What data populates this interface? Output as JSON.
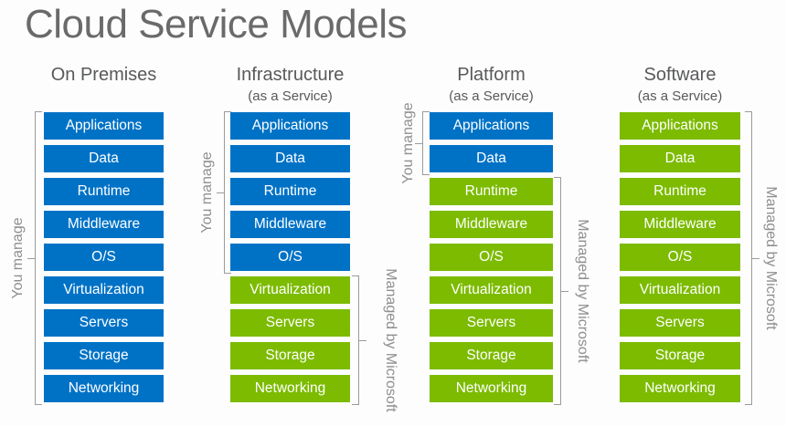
{
  "title": "Cloud Service Models",
  "colors": {
    "you_manage_blue": "#0072C6",
    "managed_green": "#7CBB00",
    "bracket_gray": "#9b9b9b",
    "bracket_label_gray": "#8f8f8f",
    "header_gray": "#58595b",
    "title_gray": "#6a6a6a",
    "box_text_white": "#ffffff"
  },
  "columns": [
    {
      "header": "On Premises",
      "subheader": "",
      "boxes": [
        {
          "label": "Applications",
          "tier": "blue"
        },
        {
          "label": "Data",
          "tier": "blue"
        },
        {
          "label": "Runtime",
          "tier": "blue"
        },
        {
          "label": "Middleware",
          "tier": "blue"
        },
        {
          "label": "O/S",
          "tier": "blue"
        },
        {
          "label": "Virtualization",
          "tier": "blue"
        },
        {
          "label": "Servers",
          "tier": "blue"
        },
        {
          "label": "Storage",
          "tier": "blue"
        },
        {
          "label": "Networking",
          "tier": "blue"
        }
      ],
      "brackets": [
        {
          "side": "left",
          "label": "You manage",
          "first": 0,
          "last": 8
        }
      ]
    },
    {
      "header": "Infrastructure",
      "subheader": "(as a Service)",
      "boxes": [
        {
          "label": "Applications",
          "tier": "blue"
        },
        {
          "label": "Data",
          "tier": "blue"
        },
        {
          "label": "Runtime",
          "tier": "blue"
        },
        {
          "label": "Middleware",
          "tier": "blue"
        },
        {
          "label": "O/S",
          "tier": "blue"
        },
        {
          "label": "Virtualization",
          "tier": "green"
        },
        {
          "label": "Servers",
          "tier": "green"
        },
        {
          "label": "Storage",
          "tier": "green"
        },
        {
          "label": "Networking",
          "tier": "green"
        }
      ],
      "brackets": [
        {
          "side": "left",
          "label": "You manage",
          "first": 0,
          "last": 4
        },
        {
          "side": "right",
          "label": "Managed by Microsoft",
          "first": 5,
          "last": 8
        }
      ]
    },
    {
      "header": "Platform",
      "subheader": "(as a Service)",
      "boxes": [
        {
          "label": "Applications",
          "tier": "blue"
        },
        {
          "label": "Data",
          "tier": "blue"
        },
        {
          "label": "Runtime",
          "tier": "green"
        },
        {
          "label": "Middleware",
          "tier": "green"
        },
        {
          "label": "O/S",
          "tier": "green"
        },
        {
          "label": "Virtualization",
          "tier": "green"
        },
        {
          "label": "Servers",
          "tier": "green"
        },
        {
          "label": "Storage",
          "tier": "green"
        },
        {
          "label": "Networking",
          "tier": "green"
        }
      ],
      "brackets": [
        {
          "side": "left",
          "label": "You manage",
          "first": 0,
          "last": 1
        },
        {
          "side": "right",
          "label": "Managed by Microsoft",
          "first": 2,
          "last": 8
        }
      ]
    },
    {
      "header": "Software",
      "subheader": "(as a Service)",
      "boxes": [
        {
          "label": "Applications",
          "tier": "green"
        },
        {
          "label": "Data",
          "tier": "green"
        },
        {
          "label": "Runtime",
          "tier": "green"
        },
        {
          "label": "Middleware",
          "tier": "green"
        },
        {
          "label": "O/S",
          "tier": "green"
        },
        {
          "label": "Virtualization",
          "tier": "green"
        },
        {
          "label": "Servers",
          "tier": "green"
        },
        {
          "label": "Storage",
          "tier": "green"
        },
        {
          "label": "Networking",
          "tier": "green"
        }
      ],
      "brackets": [
        {
          "side": "right",
          "label": "Managed by Microsoft",
          "first": 0,
          "last": 8
        }
      ]
    }
  ]
}
